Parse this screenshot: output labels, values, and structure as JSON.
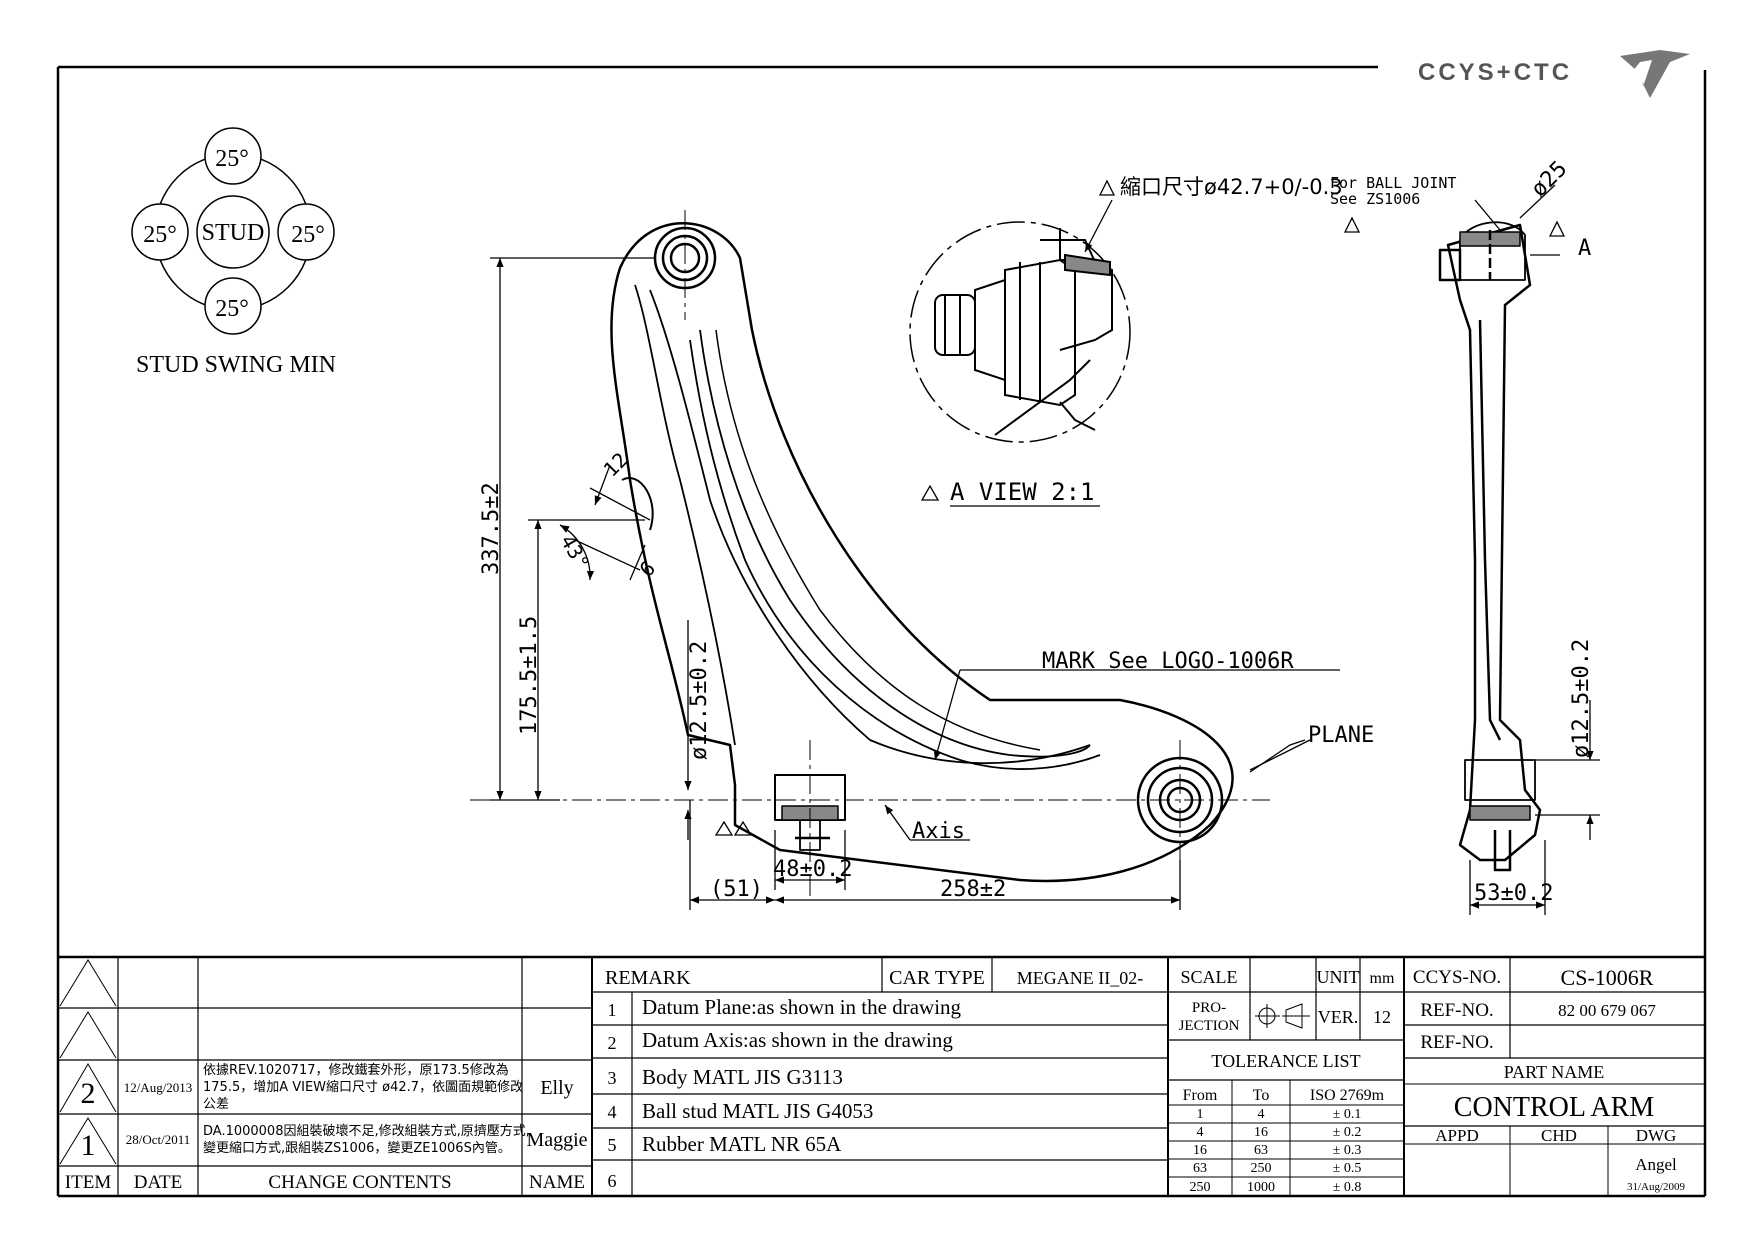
{
  "brand": {
    "logo_text": "CCYS+CTC"
  },
  "stud_swing": {
    "center_label": "STUD",
    "angles": [
      "25°",
      "25°",
      "25°",
      "25°"
    ],
    "caption": "STUD SWING MIN"
  },
  "detail": {
    "note_crimp": "縮口尺寸ø42.7+0/-0.3",
    "view_label": "A VIEW 2:1",
    "ball_joint_note_1": "For BALL JOINT",
    "ball_joint_note_2": "See ZS1006",
    "dia_25": "ø25",
    "datum_a": "A"
  },
  "dims": {
    "height_total": "337.5±2",
    "height_a": "175.5±1.5",
    "tab_width": "12",
    "tab_angle": "43°",
    "tab_hole": "6",
    "bush_dia": "ø12.5±0.2",
    "stud_len": "48±0.2",
    "offset": "(51)",
    "length": "258±2",
    "side_dia": "ø12.5±0.2",
    "side_width": "53±0.2"
  },
  "callouts": {
    "mark": "MARK See LOGO-1006R",
    "plane": "PLANE",
    "axis": "Axis"
  },
  "revisions": [
    {
      "item": "",
      "date": "",
      "contents": "",
      "name": ""
    },
    {
      "item": "",
      "date": "",
      "contents": "",
      "name": ""
    },
    {
      "item": "2",
      "date": "12/Aug/2013",
      "contents_1": "依據REV.1020717，修改鐵套外形，原173.5修改為",
      "contents_2": "175.5，增加A VIEW縮口尺寸 ø42.7，依圖面規範修改",
      "contents_3": "公差",
      "name": "Elly"
    },
    {
      "item": "1",
      "date": "28/Oct/2011",
      "contents_1": "DA.1000008因組裝破壞不足,修改組裝方式,原擠壓方式,",
      "contents_2": "變更縮口方式,跟組裝ZS1006，變更ZE1006S內管。",
      "name": "Maggie"
    }
  ],
  "rev_header": {
    "item": "ITEM",
    "date": "DATE",
    "contents": "CHANGE CONTENTS",
    "name": "NAME"
  },
  "remark": {
    "title": "REMARK",
    "car_type_label": "CAR TYPE",
    "car_type": "MEGANE II_02-",
    "rows": [
      {
        "no": "1",
        "text": "Datum Plane:as shown in the drawing"
      },
      {
        "no": "2",
        "text": "Datum Axis:as shown in the drawing"
      },
      {
        "no": "3",
        "text": "Body MATL JIS G3113"
      },
      {
        "no": "4",
        "text": "Ball stud MATL JIS G4053"
      },
      {
        "no": "5",
        "text": "Rubber MATL NR 65A"
      },
      {
        "no": "6",
        "text": ""
      }
    ]
  },
  "scale": {
    "label": "SCALE",
    "unit_label": "UNIT",
    "unit": "mm",
    "projection": "PRO-",
    "projection_2": "JECTION",
    "ver_label": "VER.",
    "ver": "12"
  },
  "tolerance": {
    "title": "TOLERANCE LIST",
    "headers": [
      "From",
      "To",
      "ISO 2769m"
    ],
    "rows": [
      [
        "1",
        "4",
        "± 0.1"
      ],
      [
        "4",
        "16",
        "± 0.2"
      ],
      [
        "16",
        "63",
        "± 0.3"
      ],
      [
        "63",
        "250",
        "± 0.5"
      ],
      [
        "250",
        "1000",
        "± 0.8"
      ]
    ]
  },
  "title_block": {
    "ccys_label": "CCYS-NO.",
    "ccys_no": "CS-1006R",
    "ref_label": "REF-NO.",
    "ref_no": "82 00 679 067",
    "ref_label_2": "REF-NO.",
    "ref_no_2": "",
    "part_name_label": "PART NAME",
    "part_name": "CONTROL ARM",
    "appd": "APPD",
    "chd": "CHD",
    "dwg": "DWG",
    "drawer": "Angel",
    "date": "31/Aug/2009"
  }
}
